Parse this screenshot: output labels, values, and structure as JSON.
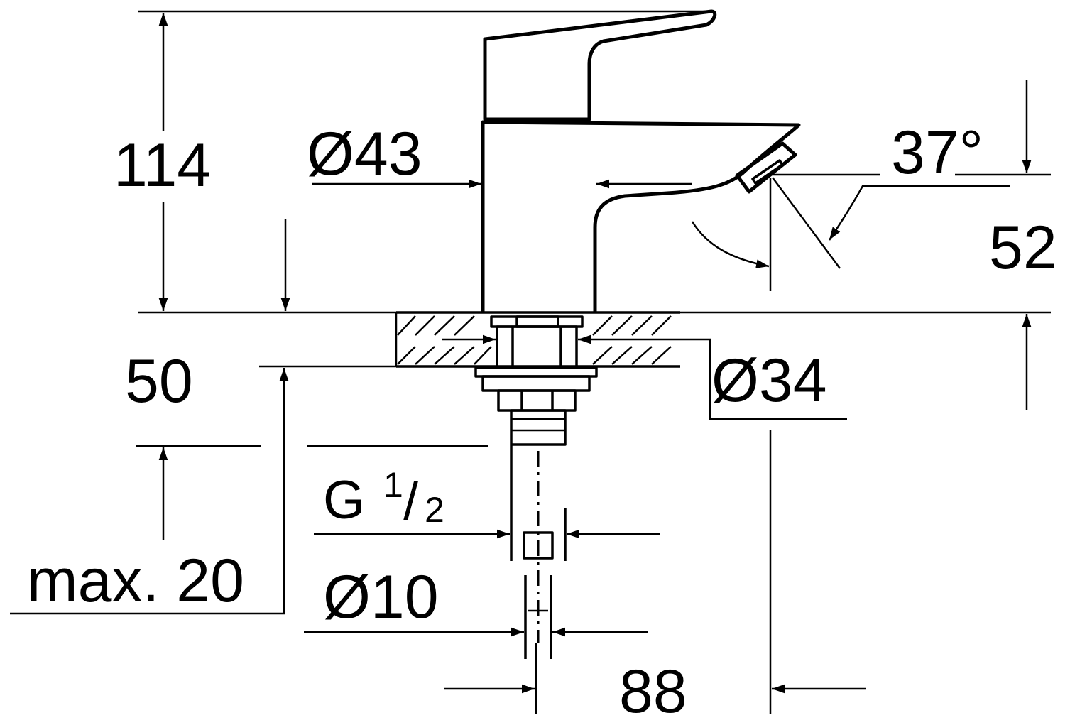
{
  "colors": {
    "line": "#000000",
    "background": "#ffffff"
  },
  "dimensions": {
    "total_height": "114",
    "body_diameter": "Ø43",
    "lever_angle": "37°",
    "spout_height": "52",
    "below_deck": "50",
    "base_diameter": "Ø34",
    "thread_prefix": "G",
    "thread_fraction_num": "1",
    "thread_fraction_slash": "/",
    "thread_fraction_den": "2",
    "max_thickness": "max. 20",
    "hose_diameter": "Ø10",
    "spout_reach": "88"
  }
}
